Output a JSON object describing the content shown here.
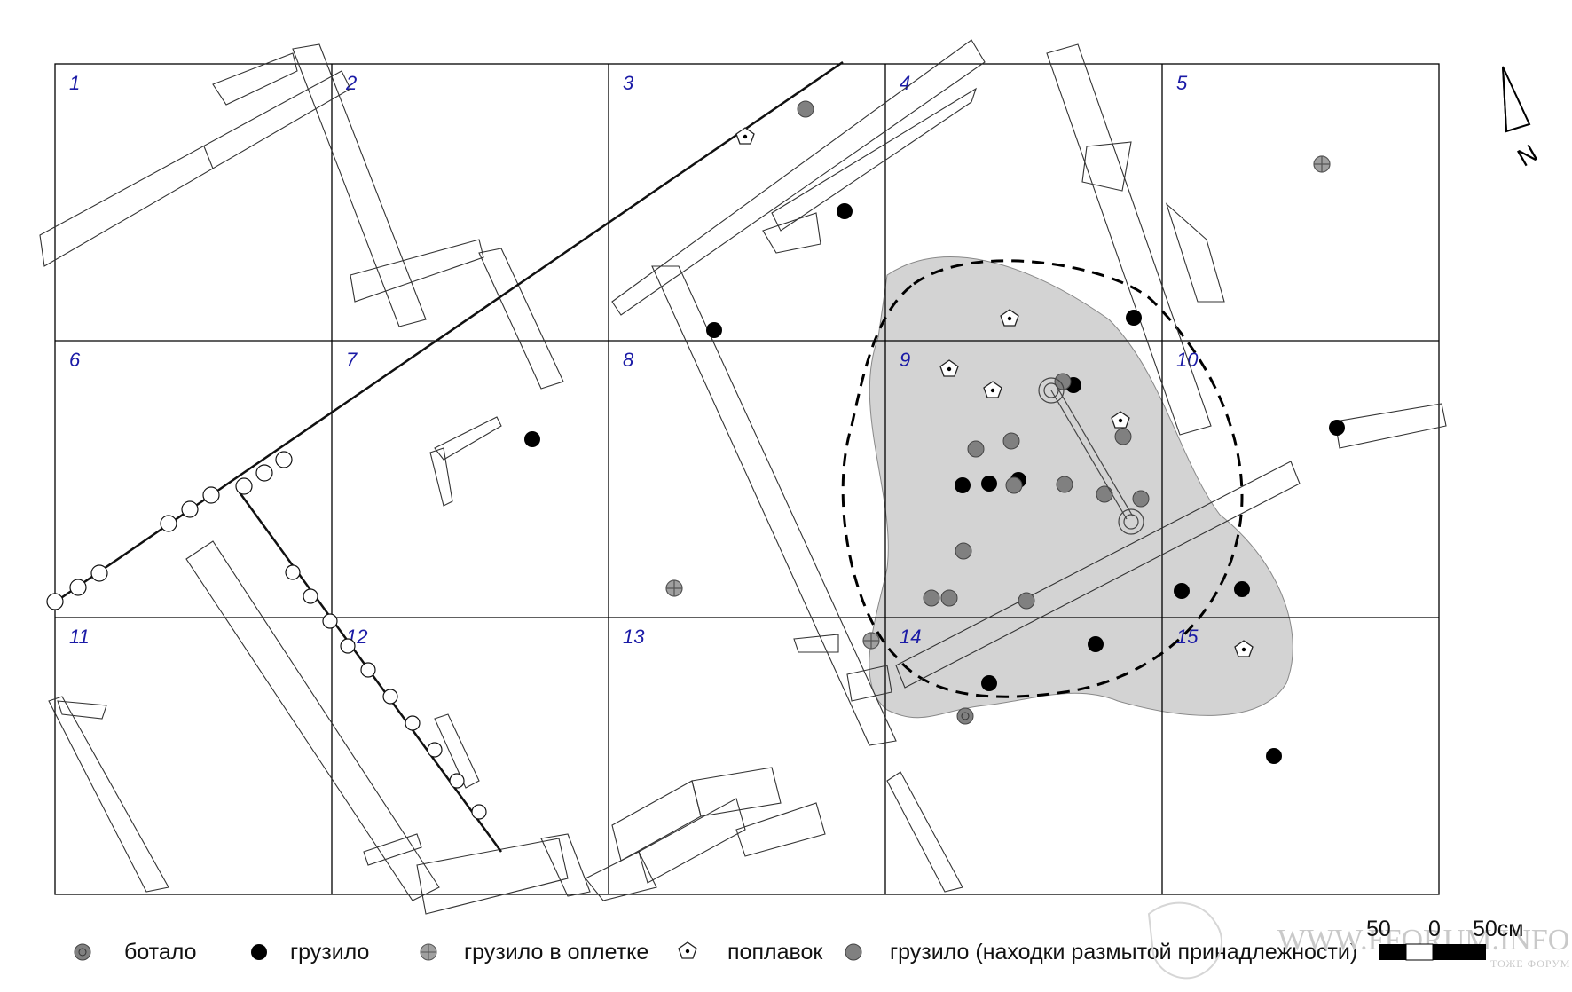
{
  "grid": {
    "cells": [
      "1",
      "2",
      "3",
      "4",
      "5",
      "6",
      "7",
      "8",
      "9",
      "10",
      "11",
      "12",
      "13",
      "14",
      "15"
    ]
  },
  "north_label": "N",
  "legend": {
    "items": [
      {
        "key": "botalo",
        "label": "ботало",
        "icon": "botalo-icon",
        "color": "#7a7a7a"
      },
      {
        "key": "gruzilo",
        "label": "грузило",
        "icon": "gruzilo-icon",
        "color": "#000000"
      },
      {
        "key": "gruzilo_opletka",
        "label": "грузило в оплетке",
        "icon": "gruzilo-opletka-icon",
        "color": "#888888"
      },
      {
        "key": "poplavok",
        "label": "поплавок",
        "icon": "poplavok-icon",
        "color": "#ffffff"
      },
      {
        "key": "gruzilo_razmyt",
        "label": "грузило (находки размытой принадлежности)",
        "icon": "gruzilo-razmyt-icon",
        "color": "#808080"
      }
    ]
  },
  "scale": {
    "left": "50",
    "zero": "0",
    "right": "50см"
  },
  "watermark": {
    "main": "WWW.FFORUM.INFO",
    "sub": "ТОЖЕ ФОРУМ"
  },
  "colors": {
    "shaded_area": "#d3d3d3",
    "grid_line": "#000000",
    "cell_number": "#1a1aa6"
  }
}
